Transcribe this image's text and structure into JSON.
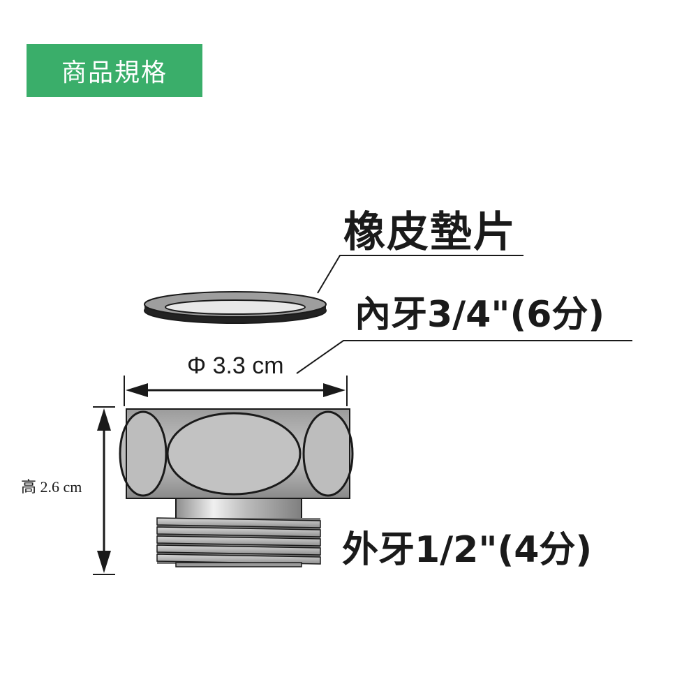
{
  "header": {
    "title": "商品規格"
  },
  "labels": {
    "gasket": "橡皮墊片",
    "inner_thread": "內牙3/4\"(6分)",
    "outer_thread": "外牙1/2\"(4分)",
    "diameter": "Φ 3.3 cm",
    "height": "高 2.6 cm"
  },
  "colors": {
    "header_bg": "#3aae6a",
    "header_text": "#ffffff",
    "line": "#1a1a1a",
    "metal": "#b5b5b5"
  }
}
